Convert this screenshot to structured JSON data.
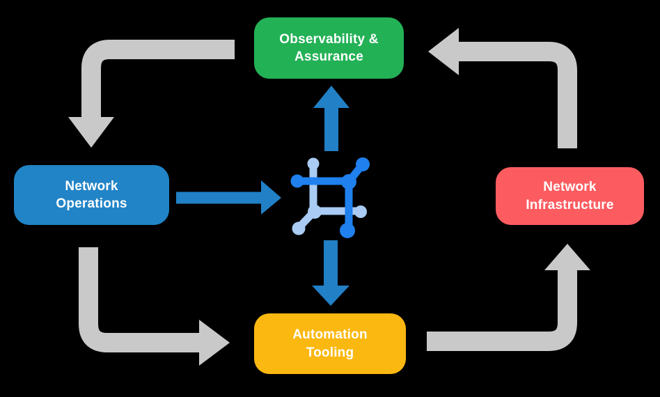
{
  "diagram": {
    "nodes": [
      {
        "id": "observability-assurance",
        "label": "Observability &\nAssurance",
        "color": "#23B156"
      },
      {
        "id": "network-operations",
        "label": "Network\nOperations",
        "color": "#2184C6"
      },
      {
        "id": "network-infrastructure",
        "label": "Network\nInfrastructure",
        "color": "#FC5C60"
      },
      {
        "id": "automation-tooling",
        "label": "Automation\nTooling",
        "color": "#FBB811"
      }
    ],
    "center_icon": "network-node-icon",
    "edges": [
      {
        "from": "observability-assurance",
        "to": "network-operations",
        "style": "gray-elbow-arrow",
        "position": "top-left"
      },
      {
        "from": "network-operations",
        "to": "automation-tooling",
        "style": "gray-elbow-arrow",
        "position": "bottom-left"
      },
      {
        "from": "automation-tooling",
        "to": "network-infrastructure",
        "style": "gray-elbow-arrow",
        "position": "bottom-right"
      },
      {
        "from": "network-infrastructure",
        "to": "observability-assurance",
        "style": "gray-elbow-arrow",
        "position": "top-right"
      },
      {
        "from": "network-operations",
        "to": "network-node-icon",
        "style": "blue-straight-arrow",
        "position": "center-left"
      },
      {
        "from": "network-node-icon",
        "to": "observability-assurance",
        "style": "blue-straight-arrow",
        "position": "center-top"
      },
      {
        "from": "network-node-icon",
        "to": "automation-tooling",
        "style": "blue-straight-arrow",
        "position": "center-bottom"
      }
    ],
    "colors": {
      "background": "#000000",
      "text": "#FFFFFF",
      "node_green": "#23B156",
      "node_blue": "#2184C6",
      "node_red": "#FC5C60",
      "node_yellow": "#FBB811",
      "arrow_gray": "#C9C9C9",
      "arrow_blue": "#2180C6",
      "icon_dark_blue": "#1F80EE",
      "icon_light_blue": "#A9CBF4"
    }
  }
}
